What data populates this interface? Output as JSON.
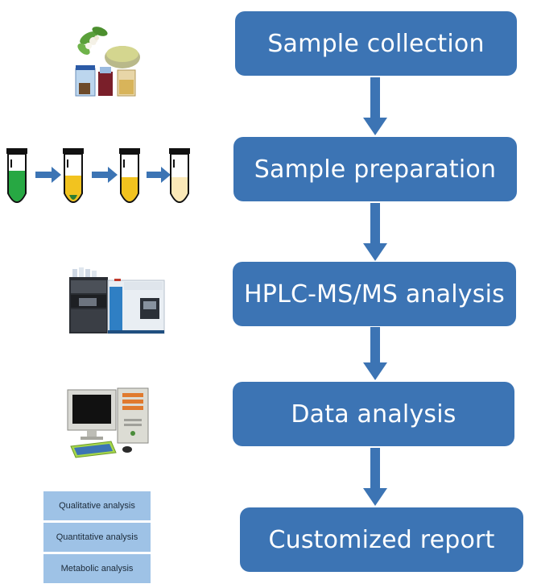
{
  "steps": [
    {
      "label": "Sample collection"
    },
    {
      "label": "Sample preparation"
    },
    {
      "label": "HPLC-MS/MS analysis"
    },
    {
      "label": "Data analysis"
    },
    {
      "label": "Customized report"
    }
  ],
  "report_items": [
    {
      "label": "Qualitative analysis"
    },
    {
      "label": "Quantitative analysis"
    },
    {
      "label": "Metabolic analysis"
    }
  ],
  "colors": {
    "step_fill": "#3c74b4",
    "arrow_fill": "#3c74b4",
    "report_item_fill": "#9ec2e6",
    "tube_green": "#27a843",
    "tube_yellow": "#f2c31f",
    "tube_cream": "#fbe9b8"
  },
  "icons": {
    "collection": "sample-collection-illustration",
    "preparation": "centrifuge-tubes-illustration",
    "instrument": "hplc-ms-instrument-illustration",
    "computer": "desktop-computer-illustration"
  }
}
